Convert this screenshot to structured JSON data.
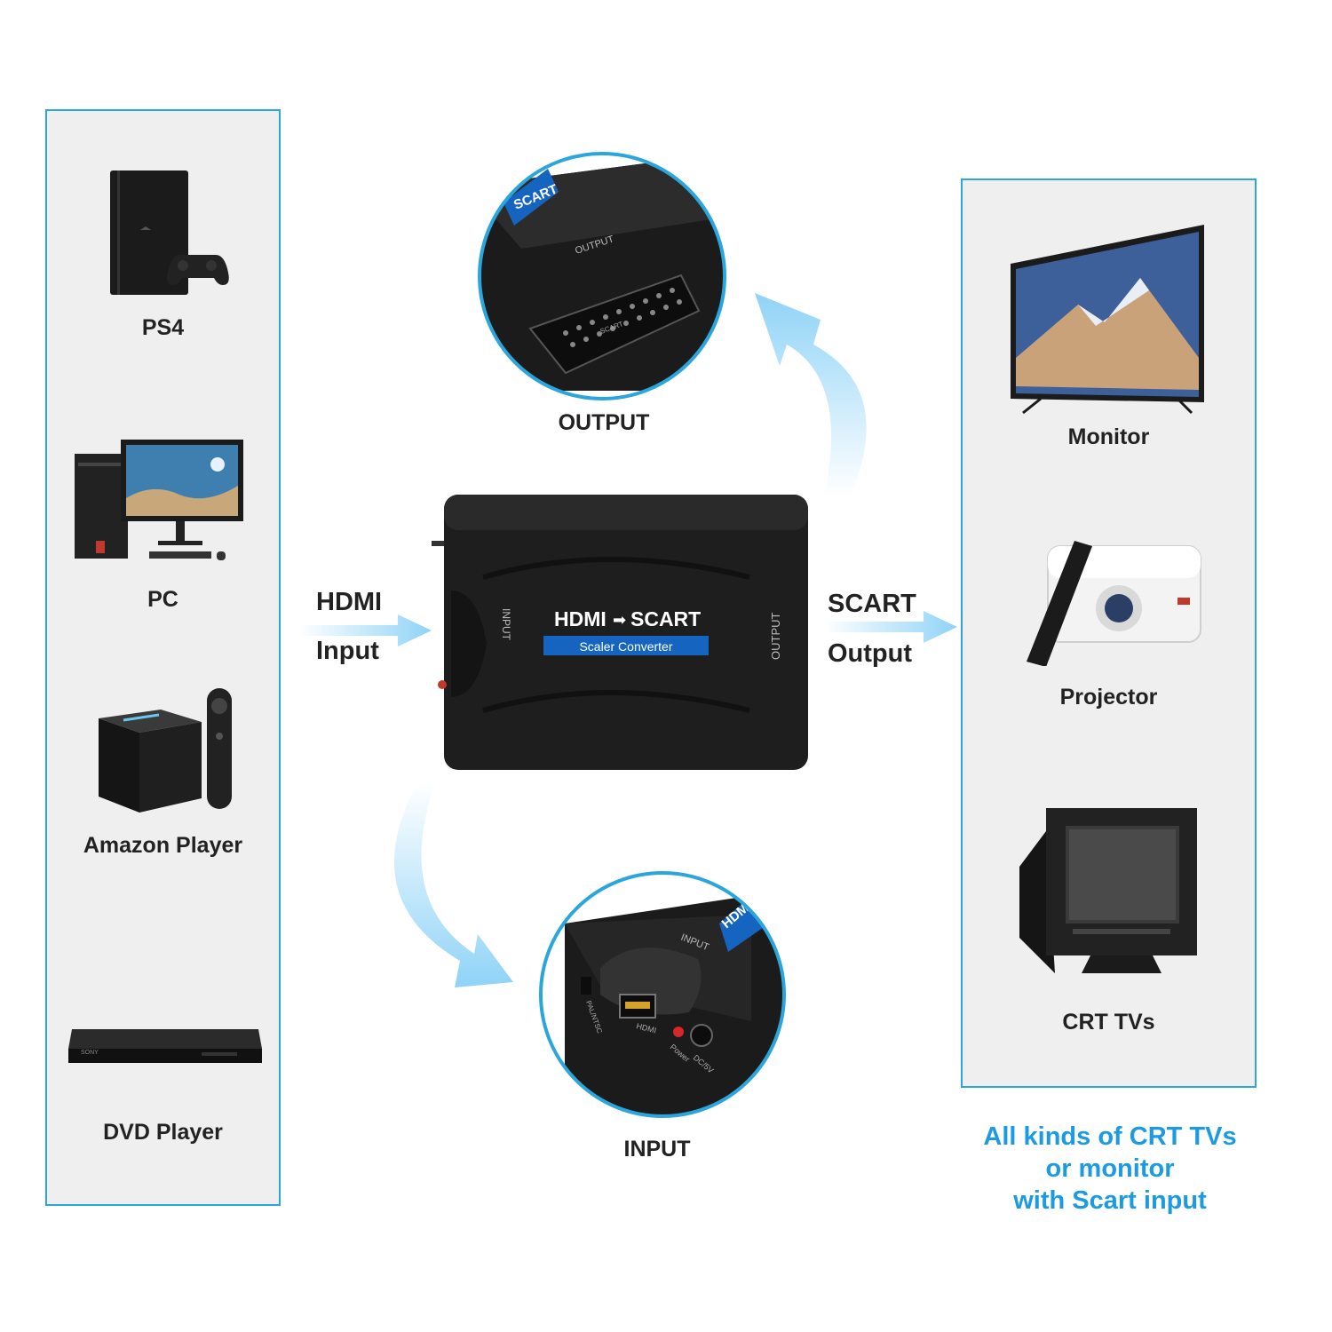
{
  "left_devices": {
    "ps4": "PS4",
    "pc": "PC",
    "amazon": "Amazon Player",
    "dvd": "DVD Player"
  },
  "right_devices": {
    "monitor": "Monitor",
    "projector": "Projector",
    "crt": "CRT TVs"
  },
  "flow": {
    "input_line1": "HDMI",
    "input_line2": "Input",
    "output_line1": "SCART",
    "output_line2": "Output"
  },
  "converter": {
    "title_left": "HDMI",
    "title_right": "SCART",
    "subtitle": "Scaler Converter",
    "side_input": "INPUT",
    "side_output": "OUTPUT"
  },
  "zoom_output": {
    "caption": "OUTPUT",
    "port_label": "OUTPUT",
    "connector_label": "SCART",
    "badge": "SCART"
  },
  "zoom_input": {
    "caption": "INPUT",
    "port_label": "INPUT",
    "switch_label": "PAL/NTSC",
    "hdmi_label": "HDMI",
    "power_label": "Power",
    "dc_label": "DC/5V",
    "badge": "HDMI"
  },
  "note": {
    "line1": "All kinds of CRT TVs",
    "line2": "or monitor",
    "line3": "with Scart input"
  },
  "colors": {
    "accent_blue": "#2aa6dc",
    "note_blue": "#1c9be0",
    "arrow_blue": "#8fd3f7",
    "device_black": "#1b1b1b",
    "badge_blue": "#1565c0"
  }
}
